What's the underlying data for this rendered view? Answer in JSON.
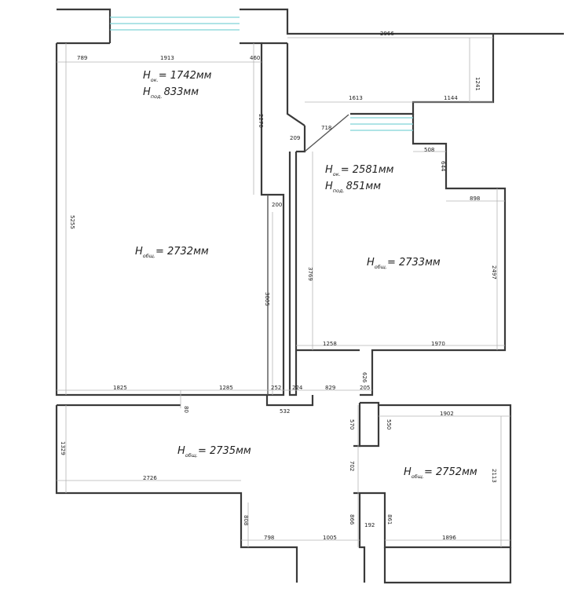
{
  "rooms": [
    {
      "id": "room-left",
      "lines": [
        {
          "sub": "ок.",
          "value": "= 1742мм"
        },
        {
          "sub": "под.",
          "value": "833мм"
        },
        {
          "sub": "общ.",
          "value": "= 2732мм"
        }
      ]
    },
    {
      "id": "room-right",
      "lines": [
        {
          "sub": "ок.",
          "value": "= 2581мм"
        },
        {
          "sub": "под.",
          "value": "851мм"
        },
        {
          "sub": "общ.",
          "value": "= 2733мм"
        }
      ]
    },
    {
      "id": "hall",
      "lines": [
        {
          "sub": "общ.",
          "value": "= 2735мм"
        }
      ]
    },
    {
      "id": "room-bottom-right",
      "lines": [
        {
          "sub": "общ.",
          "value": "= 2752мм"
        }
      ]
    }
  ],
  "h_letter": "H",
  "dimensions": {
    "d789": "789",
    "d1913": "1913",
    "d460": "460",
    "d2966": "2966",
    "d1241": "1241",
    "d1613": "1613",
    "d1144": "1144",
    "d2270": "2270",
    "d209": "209",
    "d718": "718",
    "d508": "508",
    "d644": "644",
    "d200": "200",
    "d898": "898",
    "d5255": "5255",
    "d3769": "3769",
    "d2497": "2497",
    "d3005": "3005",
    "d1258": "1258",
    "d1970": "1970",
    "d626": "626",
    "d1825": "1825",
    "d1285": "1285",
    "d252": "252",
    "d224": "224",
    "d829": "829",
    "d205": "205",
    "d80": "80",
    "d532": "532",
    "d570": "570",
    "d550": "550",
    "d1902": "1902",
    "d1329": "1329",
    "d702": "702",
    "d2113": "2113",
    "d2726": "2726",
    "d808": "808",
    "d866": "866",
    "d861": "861",
    "d192": "192",
    "d798": "798",
    "d1005": "1005",
    "d1896": "1896"
  }
}
